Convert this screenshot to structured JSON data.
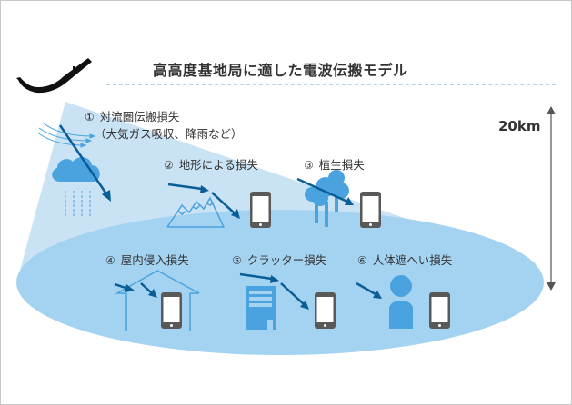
{
  "title": "高高度基地局に適した電波伝搬モデル",
  "altitude_label": "20km",
  "colors": {
    "cone": "#c9e2f4",
    "ground": "#a4d3f2",
    "icon_blue": "#4aa3df",
    "arrow": "#0a5d96",
    "phone": "#595959",
    "dashed_line": "#5fb2e2",
    "axis": "#555555"
  },
  "losses": [
    {
      "num": "①",
      "label": "対流圏伝搬損失",
      "sub": "（大気ガス吸収、降雨など）",
      "icon": "cloud-rain-icon"
    },
    {
      "num": "②",
      "label": "地形による損失",
      "icon": "mountain-icon"
    },
    {
      "num": "③",
      "label": "植生損失",
      "icon": "tree-icon"
    },
    {
      "num": "④",
      "label": "屋内侵入損失",
      "icon": "house-icon"
    },
    {
      "num": "⑤",
      "label": "クラッター損失",
      "icon": "building-icon"
    },
    {
      "num": "⑥",
      "label": "人体遮へい損失",
      "icon": "person-icon"
    }
  ]
}
